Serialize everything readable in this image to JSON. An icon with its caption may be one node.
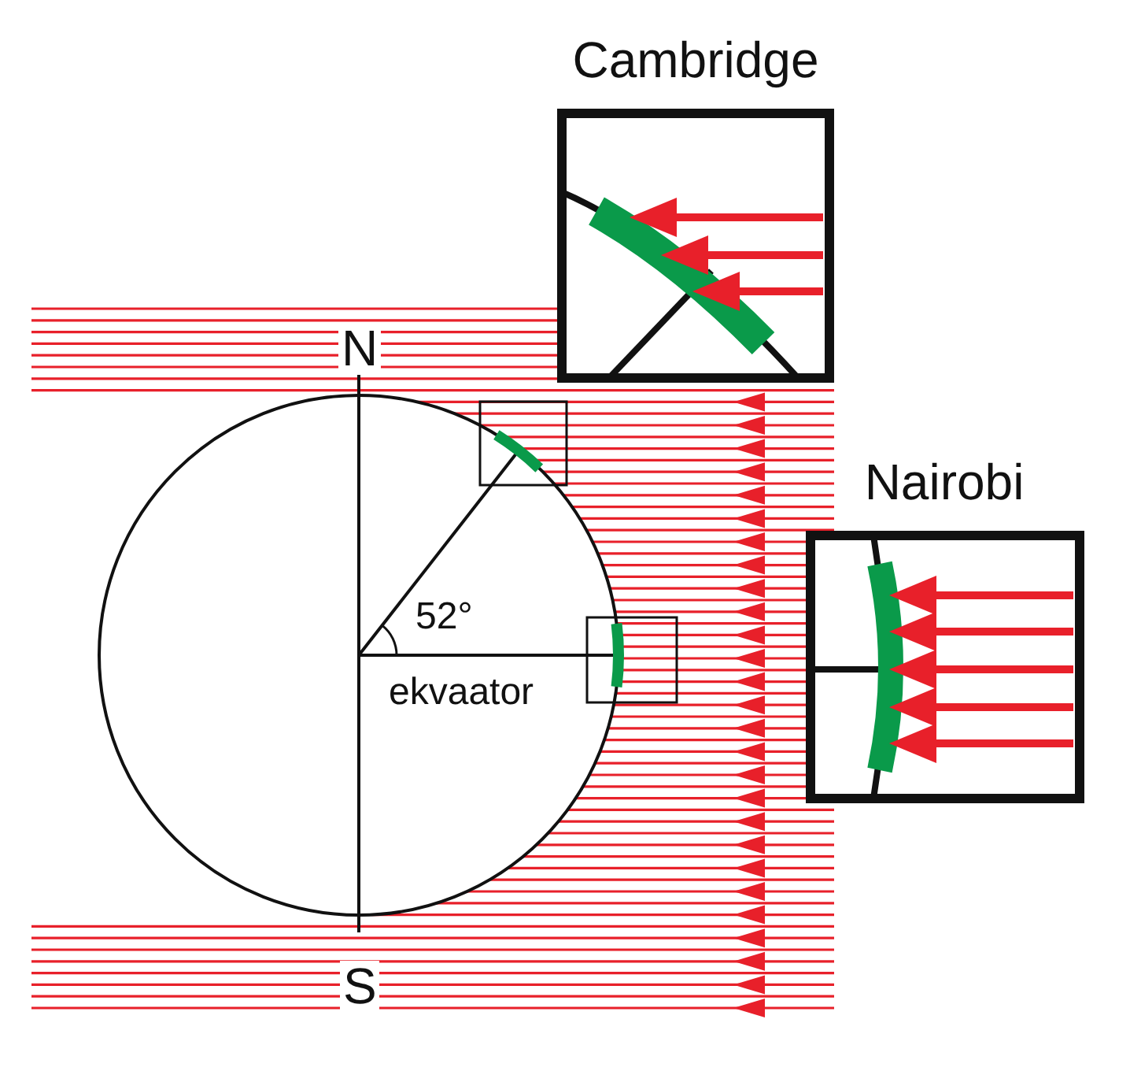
{
  "diagram": {
    "nodes": [
      {
        "text": [
          "Cambridge"
        ]
      },
      {
        "text": [
          "Nairobi"
        ]
      }
    ],
    "labels": [
      "N",
      "52°",
      "ekvaator",
      "S"
    ]
  }
}
